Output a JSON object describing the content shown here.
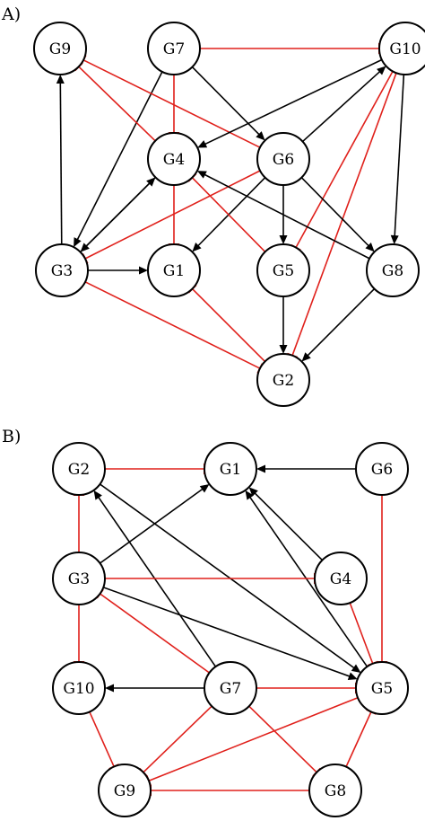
{
  "colors": {
    "activation": "#000000",
    "inhibition": "#e0201b"
  },
  "panels": [
    {
      "label": "A)",
      "nodes": [
        "G9",
        "G7",
        "G10",
        "G4",
        "G6",
        "G3",
        "G1",
        "G5",
        "G8",
        "G2"
      ],
      "edges": [
        {
          "from": "G7",
          "to": "G10",
          "type": "inhibition"
        },
        {
          "from": "G7",
          "to": "G4",
          "type": "inhibition"
        },
        {
          "from": "G7",
          "to": "G6",
          "type": "activation"
        },
        {
          "from": "G7",
          "to": "G3",
          "type": "activation"
        },
        {
          "from": "G4",
          "to": "G9",
          "type": "inhibition"
        },
        {
          "from": "G6",
          "to": "G9",
          "type": "inhibition"
        },
        {
          "from": "G10",
          "to": "G4",
          "type": "activation"
        },
        {
          "from": "G10",
          "to": "G8",
          "type": "activation"
        },
        {
          "from": "G10",
          "to": "G5",
          "type": "inhibition"
        },
        {
          "from": "G10",
          "to": "G2",
          "type": "inhibition"
        },
        {
          "from": "G6",
          "to": "G10",
          "type": "activation"
        },
        {
          "from": "G6",
          "to": "G3",
          "type": "inhibition"
        },
        {
          "from": "G6",
          "to": "G1",
          "type": "activation"
        },
        {
          "from": "G6",
          "to": "G5",
          "type": "activation"
        },
        {
          "from": "G6",
          "to": "G8",
          "type": "activation"
        },
        {
          "from": "G3",
          "to": "G9",
          "type": "activation"
        },
        {
          "from": "G3",
          "to": "G4",
          "type": "activation"
        },
        {
          "from": "G4",
          "to": "G3",
          "type": "activation"
        },
        {
          "from": "G3",
          "to": "G1",
          "type": "activation"
        },
        {
          "from": "G3",
          "to": "G2",
          "type": "inhibition"
        },
        {
          "from": "G4",
          "to": "G1",
          "type": "inhibition"
        },
        {
          "from": "G5",
          "to": "G4",
          "type": "inhibition"
        },
        {
          "from": "G8",
          "to": "G4",
          "type": "activation"
        },
        {
          "from": "G2",
          "to": "G1",
          "type": "inhibition"
        },
        {
          "from": "G5",
          "to": "G2",
          "type": "activation"
        },
        {
          "from": "G8",
          "to": "G2",
          "type": "activation"
        }
      ]
    },
    {
      "label": "B)",
      "nodes": [
        "G2",
        "G1",
        "G6",
        "G3",
        "G4",
        "G10",
        "G7",
        "G5",
        "G9",
        "G8"
      ],
      "edges": [
        {
          "from": "G2",
          "to": "G1",
          "type": "inhibition"
        },
        {
          "from": "G6",
          "to": "G1",
          "type": "activation"
        },
        {
          "from": "G3",
          "to": "G2",
          "type": "inhibition"
        },
        {
          "from": "G3",
          "to": "G1",
          "type": "activation"
        },
        {
          "from": "G2",
          "to": "G5",
          "type": "activation"
        },
        {
          "from": "G7",
          "to": "G2",
          "type": "activation"
        },
        {
          "from": "G4",
          "to": "G1",
          "type": "activation"
        },
        {
          "from": "G5",
          "to": "G1",
          "type": "activation"
        },
        {
          "from": "G3",
          "to": "G4",
          "type": "inhibition"
        },
        {
          "from": "G3",
          "to": "G5",
          "type": "activation"
        },
        {
          "from": "G3",
          "to": "G10",
          "type": "inhibition"
        },
        {
          "from": "G7",
          "to": "G3",
          "type": "inhibition"
        },
        {
          "from": "G4",
          "to": "G5",
          "type": "inhibition"
        },
        {
          "from": "G6",
          "to": "G5",
          "type": "inhibition"
        },
        {
          "from": "G7",
          "to": "G10",
          "type": "activation"
        },
        {
          "from": "G7",
          "to": "G5",
          "type": "inhibition"
        },
        {
          "from": "G7",
          "to": "G9",
          "type": "inhibition"
        },
        {
          "from": "G7",
          "to": "G8",
          "type": "inhibition"
        },
        {
          "from": "G10",
          "to": "G9",
          "type": "inhibition"
        },
        {
          "from": "G5",
          "to": "G9",
          "type": "inhibition"
        },
        {
          "from": "G8",
          "to": "G9",
          "type": "inhibition"
        },
        {
          "from": "G8",
          "to": "G5",
          "type": "inhibition"
        }
      ]
    }
  ]
}
